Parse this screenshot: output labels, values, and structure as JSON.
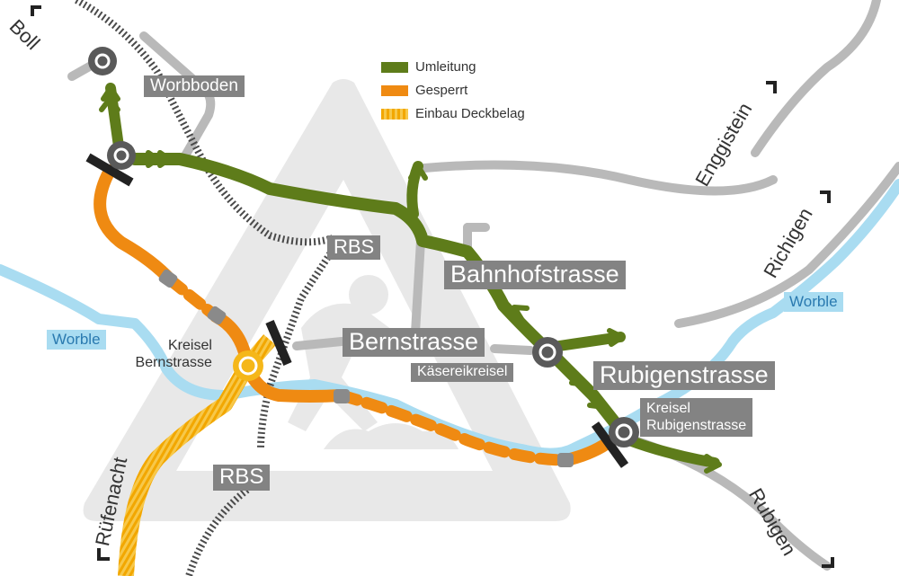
{
  "legend": [
    {
      "label": "Umleitung",
      "color": "#5e7c1a"
    },
    {
      "label": "Gesperrt",
      "color": "#ef8a12"
    },
    {
      "label": "Einbau Deckbelag",
      "color": "#f5b719"
    }
  ],
  "roads": {
    "worbboden": "Worbboden",
    "rbs_top": "RBS",
    "rbs_bottom": "RBS",
    "bahnhofstrasse": "Bahnhofstrasse",
    "bernstrasse": "Bernstrasse",
    "rubigenstrasse": "Rubigenstrasse"
  },
  "junctions": {
    "kreisel_bern_line1": "Kreisel",
    "kreisel_bern_line2": "Bernstrasse",
    "kaesereikreisel": "Käsereikreisel",
    "kreisel_rub_line1": "Kreisel",
    "kreisel_rub_line2": "Rubigenstrasse"
  },
  "water": {
    "worble_left": "Worble",
    "worble_right": "Worble"
  },
  "directions": {
    "boll": "Boll",
    "enggistein": "Enggistein",
    "richigen": "Richigen",
    "ruefenacht": "Rüfenacht",
    "rubigen": "Rubigen"
  },
  "colors": {
    "umleitung": "#5e7c1a",
    "gesperrt": "#ef8a12",
    "deckbelag": "#f5b719",
    "road": "#b9b9b9",
    "river": "#a9dcf1",
    "warning_sign": "#e8e8e8",
    "label_box": "#838383"
  }
}
